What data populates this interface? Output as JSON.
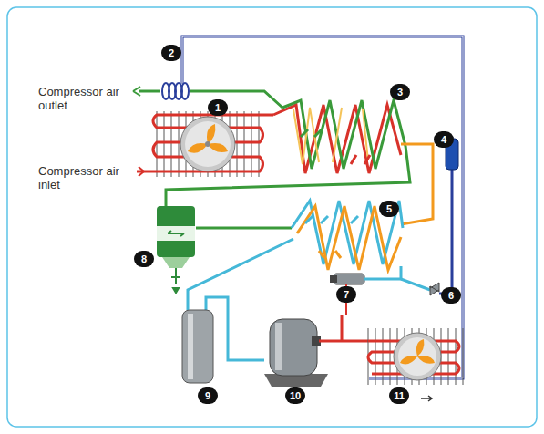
{
  "diagram": {
    "labels": [
      "Compressor air outlet",
      "Compressor air inlet",
      "1",
      "2",
      "3",
      "4",
      "5",
      "6",
      "7",
      "8",
      "9",
      "10",
      "11"
    ]
  }
}
